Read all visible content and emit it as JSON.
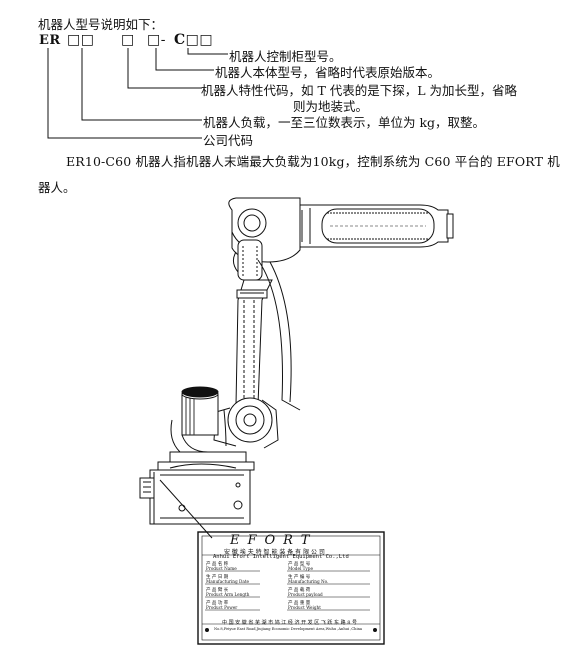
{
  "intro": {
    "heading": "机器人型号说明如下："
  },
  "model_code": {
    "prefix": "ER",
    "box2": "□□",
    "box1": "□",
    "box1b": "□-",
    "controller": "C□□"
  },
  "annotations": [
    "机器人控制柜型号。",
    "机器人本体型号，省略时代表原始版本。",
    "机器人特性代码，如 T 代表的是下探，L 为加长型，省略",
    "则为地装式。",
    "机器人负载，一至三位数表示，单位为 kg，取整。",
    "公司代码"
  ],
  "paragraph": {
    "line1": "ER10-C60 机器人指机器人末端最大负载为10kg，控制系统为 C60 平台的 EFORT 机",
    "line2": "器人。"
  },
  "nameplate": {
    "brand": "EFORT",
    "company_cn": "安 徽 埃 夫 特 智 能 装 备 有 限 公 司",
    "company_en": "Anhui   Efort   Intelligent   Equipment   Co.,Ltd",
    "fields": [
      {
        "cn": "产 品 名 称",
        "en": "Product Name"
      },
      {
        "cn": "产 品 型 号",
        "en": "Model Type"
      },
      {
        "cn": "生 产 日 期",
        "en": "Manufacturing Date"
      },
      {
        "cn": "生 产 编 号",
        "en": "Manufacturing No."
      },
      {
        "cn": "产 品 臂 长",
        "en": "Product Arm Length"
      },
      {
        "cn": "产 品 载 荷",
        "en": "Product payload"
      },
      {
        "cn": "产 品 功 率",
        "en": "Product Power"
      },
      {
        "cn": "产 品 重 量",
        "en": "Product Weight"
      }
    ],
    "address_cn": "中 国 安 徽 省 芜 湖 市 鸠 江 经 济 开 发 区 飞 跃 东 路 8 号",
    "address_en": "No.8,Feiyue East Road,Jiujiang Economic Development Area,Wuhu ,Anhui ,China"
  }
}
